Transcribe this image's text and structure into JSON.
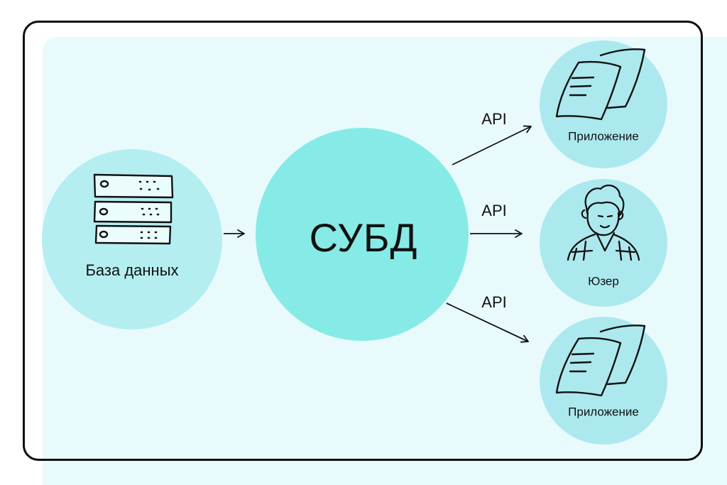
{
  "colors": {
    "panel_bg": "#e9fafd",
    "frame_border": "#0f0f0f",
    "database_circle": "#b5eef0",
    "core_circle": "#86ebe6",
    "target_circle": "#ace9ee",
    "line": "#111111"
  },
  "database": {
    "label": "База данных",
    "icon": "server-rack-icon"
  },
  "core": {
    "label": "СУБД"
  },
  "connections": [
    {
      "label": "API",
      "target": "Приложение"
    },
    {
      "label": "API",
      "target": "Юзер"
    },
    {
      "label": "API",
      "target": "Приложение"
    }
  ],
  "targets": [
    {
      "label": "Приложение",
      "icon": "documents-icon"
    },
    {
      "label": "Юзер",
      "icon": "user-icon"
    },
    {
      "label": "Приложение",
      "icon": "documents-icon"
    }
  ]
}
